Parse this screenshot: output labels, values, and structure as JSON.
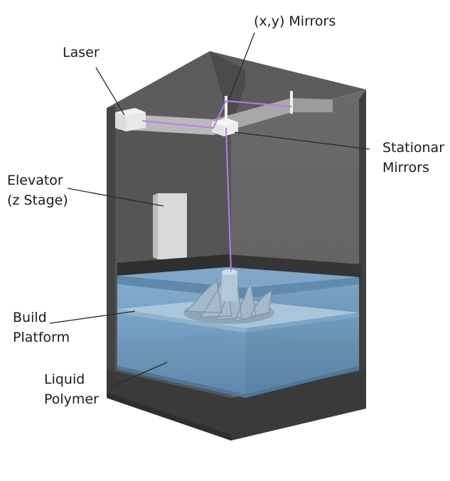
{
  "labels": {
    "mirrors_xy": "(x,y) Mirrors",
    "laser": "Laser",
    "stationary": [
      "Stationar",
      "Mirrors"
    ],
    "elevator": [
      "Elevator",
      "(z Stage)"
    ],
    "platform": [
      "Build",
      "Platform"
    ],
    "polymer": [
      "Liquid",
      "Polymer"
    ]
  },
  "colors": {
    "beam": "#b57fe8",
    "liquid": "#6f9cc0",
    "wall_dark": "#4d4d4d",
    "wall_mid": "#6b6b6b"
  }
}
